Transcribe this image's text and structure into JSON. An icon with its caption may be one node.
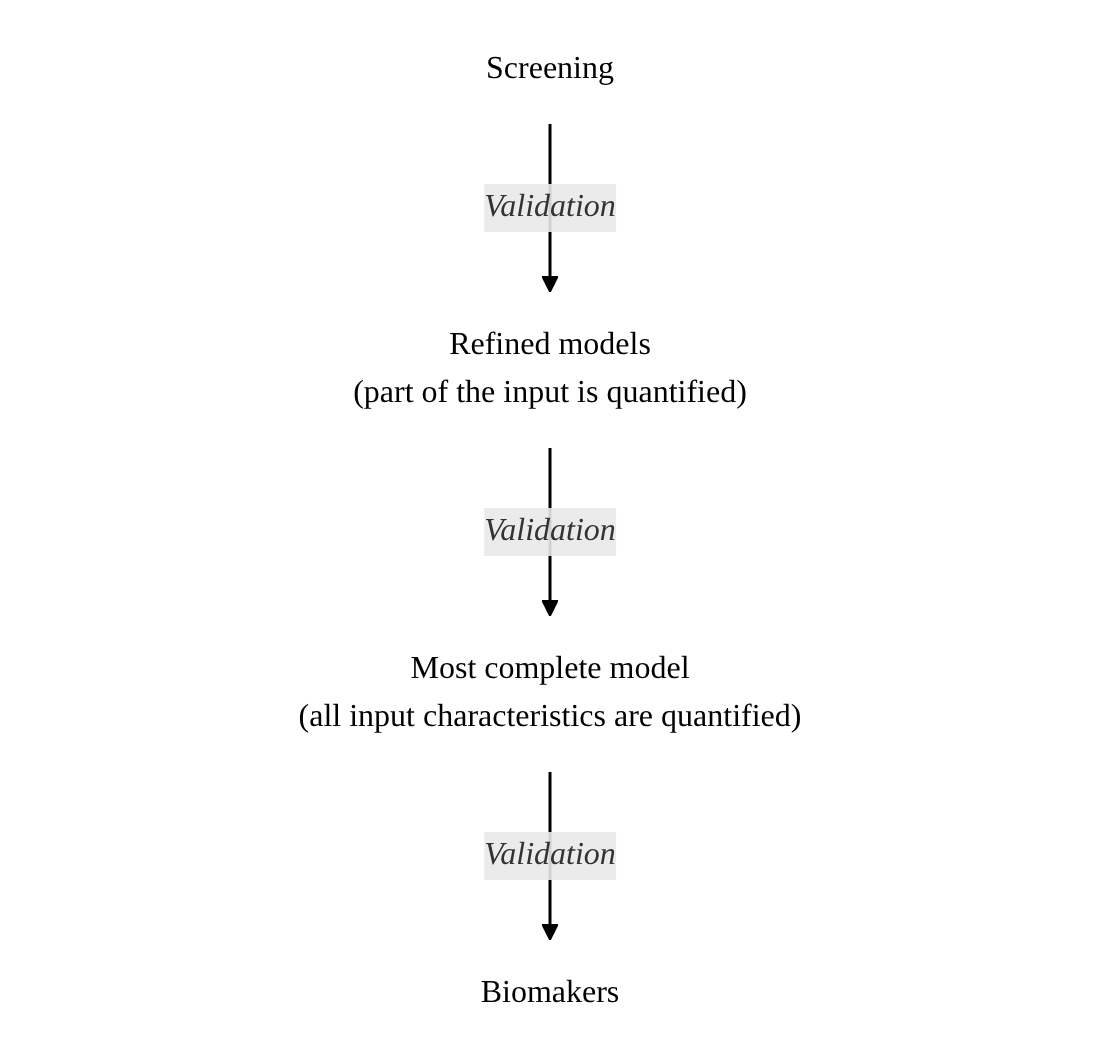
{
  "diagram": {
    "nodes": [
      {
        "text": [
          "Screening"
        ]
      },
      {
        "text": [
          "Refined models",
          "(part of the input is quantified)"
        ]
      },
      {
        "text": [
          "Most complete model",
          "(all input characteristics are quantified)"
        ]
      },
      {
        "text": [
          "Biomakers"
        ]
      }
    ],
    "edges": [
      {
        "from": 0,
        "to": 1,
        "arrow": "to",
        "label": "Validation"
      },
      {
        "from": 1,
        "to": 2,
        "arrow": "to",
        "label": "Validation"
      },
      {
        "from": 2,
        "to": 3,
        "arrow": "to",
        "label": "Validation"
      }
    ]
  }
}
